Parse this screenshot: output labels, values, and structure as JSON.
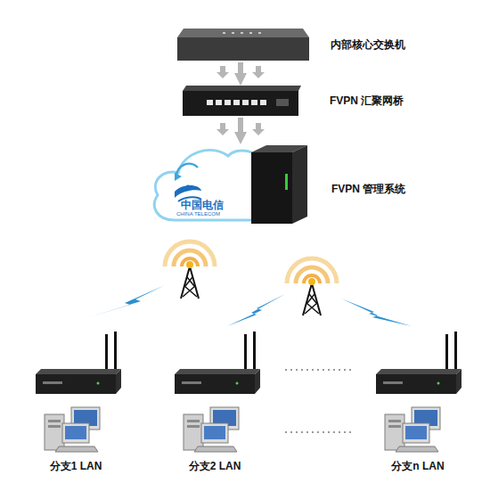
{
  "diagram": {
    "nodes": [
      {
        "text": [
          "内部核心交换机"
        ]
      },
      {
        "text": [
          "FVPN 汇聚网桥"
        ]
      },
      {
        "text": [
          "FVPN 管理系统"
        ]
      },
      {
        "text": [
          "分支1 LAN"
        ]
      },
      {
        "text": [
          "分支2 LAN"
        ]
      },
      {
        "text": [
          "分支n LAN"
        ]
      }
    ],
    "edges": [
      {
        "from": 0,
        "to": 1,
        "arrow": "to"
      },
      {
        "from": 1,
        "to": 2,
        "arrow": "to"
      }
    ],
    "labels": [
      "中国电信",
      "CHINA TELECOM"
    ]
  }
}
